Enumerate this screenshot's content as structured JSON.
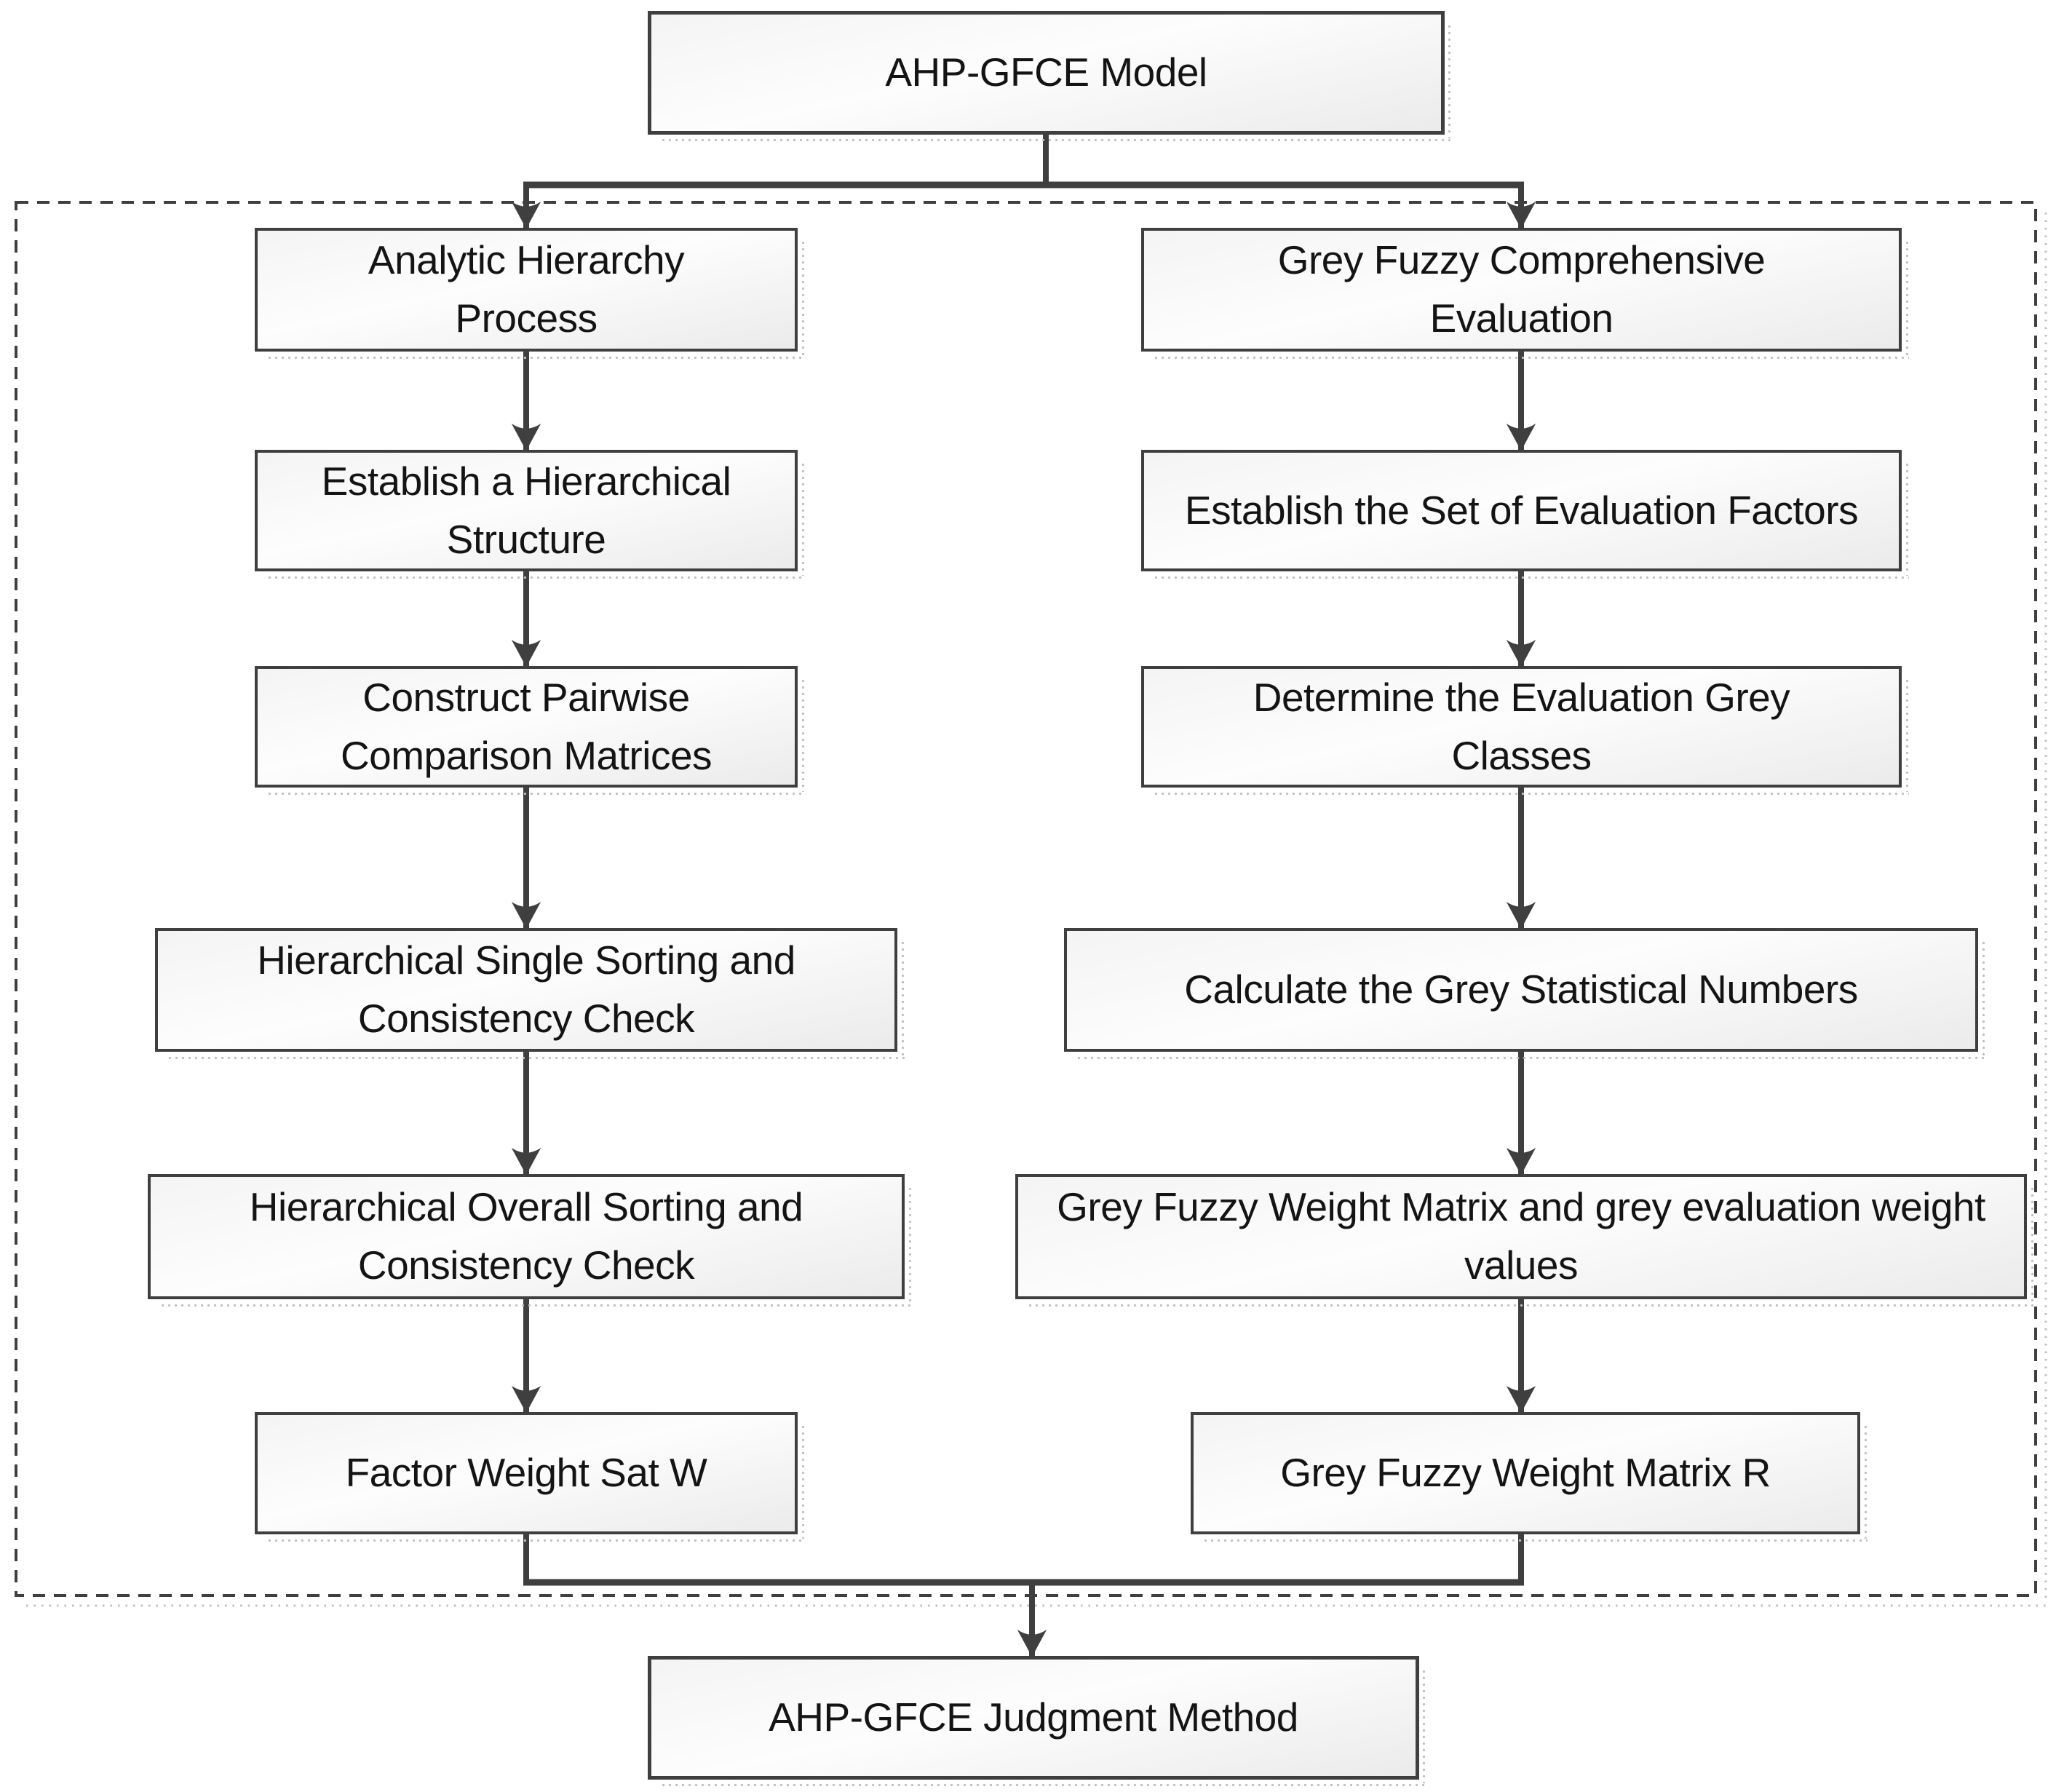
{
  "diagram": {
    "model": "AHP-GFCE Model",
    "left": [
      "Analytic Hierarchy Process",
      "Establish a Hierarchical Structure",
      "Construct Pairwise Comparison Matrices",
      "Hierarchical Single Sorting and Consistency Check",
      "Hierarchical Overall Sorting and Consistency Check",
      "Factor Weight Sat W"
    ],
    "right": [
      "Grey Fuzzy Comprehensive Evaluation",
      "Establish the Set of Evaluation Factors",
      "Determine the Evaluation Grey Classes",
      "Calculate the Grey Statistical Numbers",
      "Grey Fuzzy Weight Matrix and grey evaluation weight values",
      "Grey Fuzzy Weight Matrix R"
    ],
    "result": "AHP-GFCE  Judgment Method",
    "colors": {
      "line": "#3f3f3f",
      "border": "#3f3f3f",
      "text": "#141414",
      "shadow": "#bfbfbf",
      "background": "#ffffff"
    }
  }
}
